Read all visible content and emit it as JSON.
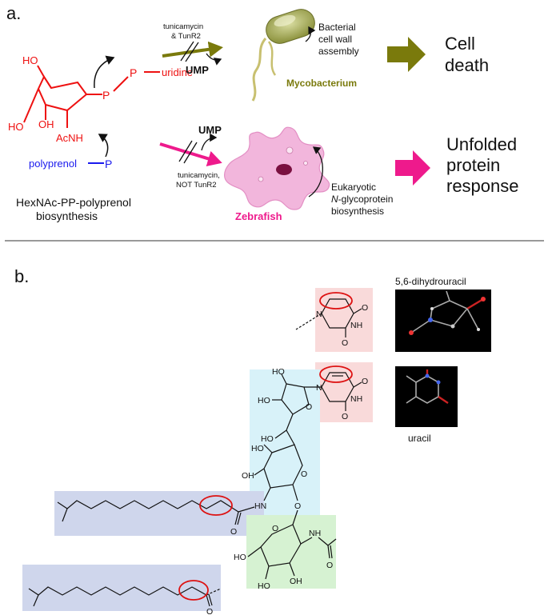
{
  "panel_a": {
    "label": "a.",
    "sugar": {
      "ho_top": "HO",
      "oh": "OH",
      "ho_left": "HO",
      "acnh": "AcNH",
      "p1": "P",
      "p2": "P",
      "uridine": "uridine",
      "polyprenol": "polyprenol",
      "p3": "P"
    },
    "caption": [
      "HexNAc-PP-polyprenol",
      "biosynthesis"
    ],
    "top_path": {
      "reagent": [
        "tunicamycin",
        "& TunR2"
      ],
      "product": "UMP",
      "organism": "Mycobacterium",
      "process": [
        "Bacterial",
        "cell wall",
        "assembly"
      ],
      "outcome": [
        "Cell",
        "death"
      ]
    },
    "bottom_path": {
      "product": "UMP",
      "reagent": [
        "tunicamycin,",
        "NOT TunR2"
      ],
      "organism": "Zebrafish",
      "process_line1": "Eukaryotic",
      "process_n": "N",
      "process_line2_rest": "-glycoprotein",
      "process_line3": "biosynthesis",
      "outcome": [
        "Unfolded",
        "protein",
        "response"
      ]
    },
    "colors": {
      "red": "#ee1111",
      "blue": "#1a1aee",
      "olive": "#7a7a0c",
      "magenta": "#ee1a8c",
      "pink_cell": "#f2b6dc"
    }
  },
  "panel_b": {
    "label": "b.",
    "model_top_label": "5,6-dihydrouracil",
    "model_bottom_label": "uracil",
    "atoms": {
      "o": "O",
      "n": "N",
      "nh": "NH",
      "ho": "HO",
      "oh": "OH",
      "hn": "HN"
    },
    "highlight_colors": {
      "pink": "#f9dada",
      "cyan": "#d8f2f9",
      "lavender": "#cfd6ec",
      "green": "#d6f2d2",
      "oval": "#dd1111"
    }
  }
}
